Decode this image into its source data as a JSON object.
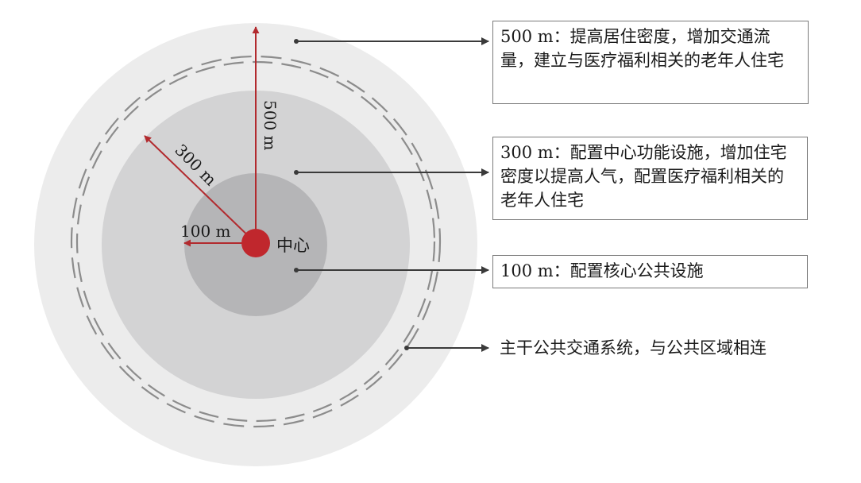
{
  "diagram": {
    "center_label": "中心",
    "radius_labels": {
      "r100": "100 m",
      "r300": "300 m",
      "r500": "500 m"
    },
    "annotations": {
      "ring500": "500 m：提高居住密度，增加交通流量，建立与医疗福利相关的老年人住宅",
      "ring300": "300 m：配置中心功能设施，增加住宅密度以提高人气，配置医疗福利相关的老年人住宅",
      "ring100": "100 m：配置核心公共设施",
      "transit": "主干公共交通系统，与公共区域相连"
    },
    "colors": {
      "outer_zone": "#ececec",
      "middle_zone": "#d3d3d4",
      "inner_zone": "#b5b5b7",
      "center": "#c0272d",
      "arrow": "#b22a2e",
      "leader": "#3a3a3a",
      "transit_ring": "#8c8c8c"
    }
  }
}
